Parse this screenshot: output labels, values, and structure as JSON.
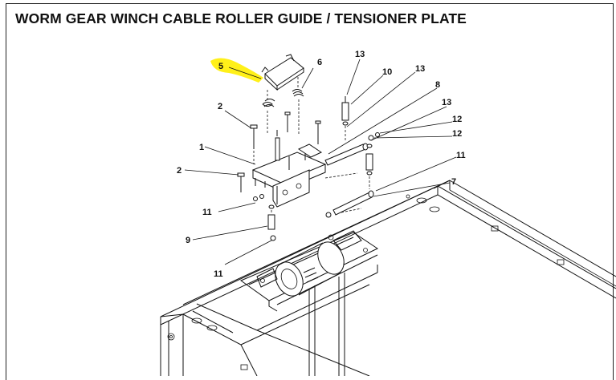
{
  "title": "WORM GEAR WINCH CABLE ROLLER GUIDE / TENSIONER PLATE",
  "highlight_color": "#ffee00",
  "callouts": {
    "c5": "5",
    "c6": "6",
    "c13a": "13",
    "c10": "10",
    "c13b": "13",
    "c8": "8",
    "c13c": "13",
    "c2a": "2",
    "c12a": "12",
    "c12b": "12",
    "c1": "1",
    "c11a": "11",
    "c2b": "2",
    "c7": "7",
    "c11b": "11",
    "c9": "9",
    "c11c": "11"
  }
}
